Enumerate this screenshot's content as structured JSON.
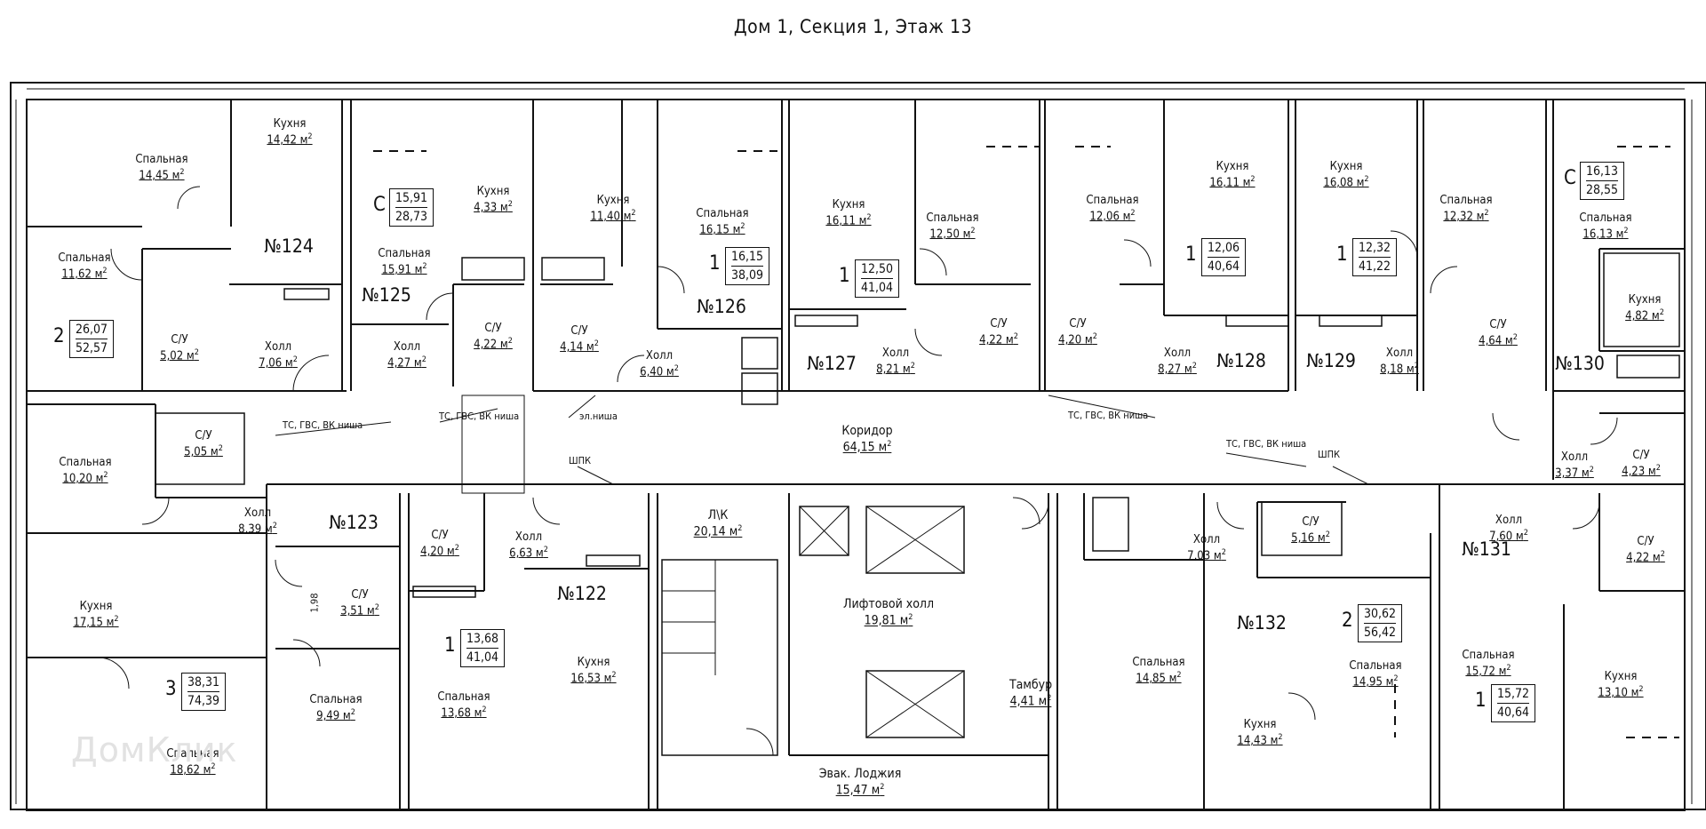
{
  "title": "Дом 1, Секция 1, Этаж 13",
  "watermark": "ДомКлик",
  "apartments": [
    {
      "id": "124",
      "label": "№124"
    },
    {
      "id": "125",
      "label": "№125"
    },
    {
      "id": "126",
      "label": "№126"
    },
    {
      "id": "127",
      "label": "№127"
    },
    {
      "id": "128",
      "label": "№128"
    },
    {
      "id": "129",
      "label": "№129"
    },
    {
      "id": "130",
      "label": "№130"
    },
    {
      "id": "123",
      "label": "№123"
    },
    {
      "id": "122",
      "label": "№122"
    },
    {
      "id": "132",
      "label": "№132"
    },
    {
      "id": "131",
      "label": "№131"
    }
  ],
  "summaries": [
    {
      "rooms": "2",
      "living": "26,07",
      "total": "52,57"
    },
    {
      "rooms": "С",
      "living": "15,91",
      "total": "28,73"
    },
    {
      "rooms": "1",
      "living": "16,15",
      "total": "38,09"
    },
    {
      "rooms": "1",
      "living": "12,50",
      "total": "41,04"
    },
    {
      "rooms": "1",
      "living": "12,06",
      "total": "40,64"
    },
    {
      "rooms": "1",
      "living": "12,32",
      "total": "41,22"
    },
    {
      "rooms": "С",
      "living": "16,13",
      "total": "28,55"
    },
    {
      "rooms": "3",
      "living": "38,31",
      "total": "74,39"
    },
    {
      "rooms": "1",
      "living": "13,68",
      "total": "41,04"
    },
    {
      "rooms": "2",
      "living": "30,62",
      "total": "56,42"
    },
    {
      "rooms": "1",
      "living": "15,72",
      "total": "40,64"
    }
  ],
  "rooms": [
    {
      "name": "Спальная",
      "area": "14,45 м",
      "unit": "2"
    },
    {
      "name": "Кухня",
      "area": "14,42 м",
      "unit": "2"
    },
    {
      "name": "Спальная",
      "area": "11,62 м",
      "unit": "2"
    },
    {
      "name": "С/У",
      "area": "5,02 м",
      "unit": "2"
    },
    {
      "name": "Холл",
      "area": "7,06 м",
      "unit": "2"
    },
    {
      "name": "Кухня",
      "area": "4,33 м",
      "unit": "2"
    },
    {
      "name": "Спальная",
      "area": "15,91 м",
      "unit": "2"
    },
    {
      "name": "Холл",
      "area": "4,27 м",
      "unit": "2"
    },
    {
      "name": "С/У",
      "area": "4,22 м",
      "unit": "2"
    },
    {
      "name": "Кухня",
      "area": "11,40 м",
      "unit": "2"
    },
    {
      "name": "С/У",
      "area": "4,14 м",
      "unit": "2"
    },
    {
      "name": "Холл",
      "area": "6,40 м",
      "unit": "2"
    },
    {
      "name": "Спальная",
      "area": "16,15 м",
      "unit": "2"
    },
    {
      "name": "Кухня",
      "area": "16,11 м",
      "unit": "2"
    },
    {
      "name": "Холл",
      "area": "8,21 м",
      "unit": "2"
    },
    {
      "name": "Спальная",
      "area": "12,50 м",
      "unit": "2"
    },
    {
      "name": "С/У",
      "area": "4,22 м",
      "unit": "2"
    },
    {
      "name": "Спальная",
      "area": "12,06 м",
      "unit": "2"
    },
    {
      "name": "С/У",
      "area": "4,20 м",
      "unit": "2"
    },
    {
      "name": "Кухня",
      "area": "16,11 м",
      "unit": "2"
    },
    {
      "name": "Холл",
      "area": "8,27 м",
      "unit": "2"
    },
    {
      "name": "Кухня",
      "area": "16,08 м",
      "unit": "2"
    },
    {
      "name": "Холл",
      "area": "8,18 м",
      "unit": "2"
    },
    {
      "name": "Спальная",
      "area": "12,32 м",
      "unit": "2"
    },
    {
      "name": "С/У",
      "area": "4,64 м",
      "unit": "2"
    },
    {
      "name": "Спальная",
      "area": "16,13 м",
      "unit": "2"
    },
    {
      "name": "Кухня",
      "area": "4,82 м",
      "unit": "2"
    },
    {
      "name": "Холл",
      "area": "3,37 м",
      "unit": "2"
    },
    {
      "name": "С/У",
      "area": "4,23 м",
      "unit": "2"
    },
    {
      "name": "Коридор",
      "area": "64,15 м",
      "unit": "2"
    },
    {
      "name": "Спальная",
      "area": "10,20 м",
      "unit": "2"
    },
    {
      "name": "С/У",
      "area": "5,05 м",
      "unit": "2"
    },
    {
      "name": "Холл",
      "area": "8,39 м",
      "unit": "2"
    },
    {
      "name": "Кухня",
      "area": "17,15 м",
      "unit": "2"
    },
    {
      "name": "С/У",
      "area": "3,51 м",
      "unit": "2"
    },
    {
      "name": "Спальная",
      "area": "9,49 м",
      "unit": "2"
    },
    {
      "name": "Спальная",
      "area": "18,62 м",
      "unit": "2"
    },
    {
      "name": "С/У",
      "area": "4,20 м",
      "unit": "2"
    },
    {
      "name": "Холл",
      "area": "6,63 м",
      "unit": "2"
    },
    {
      "name": "Спальная",
      "area": "13,68 м",
      "unit": "2"
    },
    {
      "name": "Кухня",
      "area": "16,53 м",
      "unit": "2"
    },
    {
      "name": "Л\\К",
      "area": "20,14 м",
      "unit": "2"
    },
    {
      "name": "Лифтовой холл",
      "area": "19,81 м",
      "unit": "2"
    },
    {
      "name": "Тамбур",
      "area": "4,41 м",
      "unit": "2"
    },
    {
      "name": "Эвак. Лоджия",
      "area": "15,47 м",
      "unit": "2"
    },
    {
      "name": "Холл",
      "area": "7,03 м",
      "unit": "2"
    },
    {
      "name": "С/У",
      "area": "5,16 м",
      "unit": "2"
    },
    {
      "name": "Спальная",
      "area": "14,85 м",
      "unit": "2"
    },
    {
      "name": "Кухня",
      "area": "14,43 м",
      "unit": "2"
    },
    {
      "name": "Спальная",
      "area": "14,95 м",
      "unit": "2"
    },
    {
      "name": "Холл",
      "area": "7,60 м",
      "unit": "2"
    },
    {
      "name": "С/У",
      "area": "4,22 м",
      "unit": "2"
    },
    {
      "name": "Спальная",
      "area": "15,72 м",
      "unit": "2"
    },
    {
      "name": "Кухня",
      "area": "13,10 м",
      "unit": "2"
    }
  ],
  "notes": {
    "niche1": "ТС, ГВС, ВК ниша",
    "niche2": "ТС, ГВС, ВК ниша",
    "niche3": "ТС, ГВС, ВК ниша",
    "niche4": "ТС, ГВС, ВК ниша",
    "elnisha": "эл.ниша",
    "shpk1": "ШПК",
    "shpk2": "ШПК",
    "dim": "1,98"
  }
}
